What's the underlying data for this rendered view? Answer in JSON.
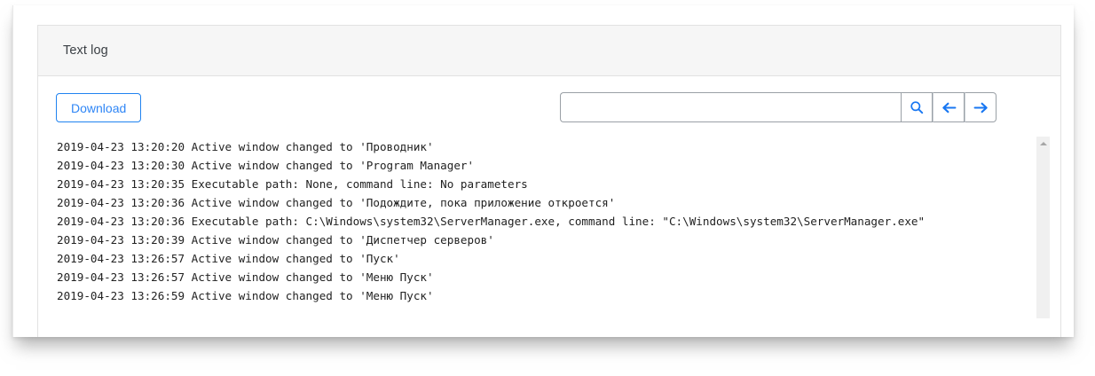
{
  "card": {
    "header_title": "Text log"
  },
  "toolbar": {
    "download_label": "Download",
    "search_value": "",
    "search_placeholder": "",
    "search_icon": "search-icon",
    "prev_icon": "arrow-left-icon",
    "next_icon": "arrow-right-icon"
  },
  "scrollbar": {
    "up_arrow_icon": "triangle-up-icon"
  },
  "log": {
    "lines": [
      "2019-04-23 13:20:20 Active window changed to 'Проводник'",
      "2019-04-23 13:20:30 Active window changed to 'Program Manager'",
      "2019-04-23 13:20:35 Executable path: None, command line: No parameters",
      "2019-04-23 13:20:36 Active window changed to 'Подождите, пока приложение откроется'",
      "2019-04-23 13:20:36 Executable path: C:\\Windows\\system32\\ServerManager.exe, command line: \"C:\\Windows\\system32\\ServerManager.exe\"",
      "2019-04-23 13:20:39 Active window changed to 'Диспетчер серверов'",
      "2019-04-23 13:26:57 Active window changed to 'Пуск'",
      "2019-04-23 13:26:57 Active window changed to 'Меню Пуск'",
      "2019-04-23 13:26:59 Active window changed to 'Меню Пуск'"
    ]
  },
  "colors": {
    "accent_blue": "#2f86f6",
    "header_bg": "#f6f6f6",
    "border": "#e2e2e2",
    "text": "#222222",
    "scrollbar_track": "#f0f0f0"
  }
}
